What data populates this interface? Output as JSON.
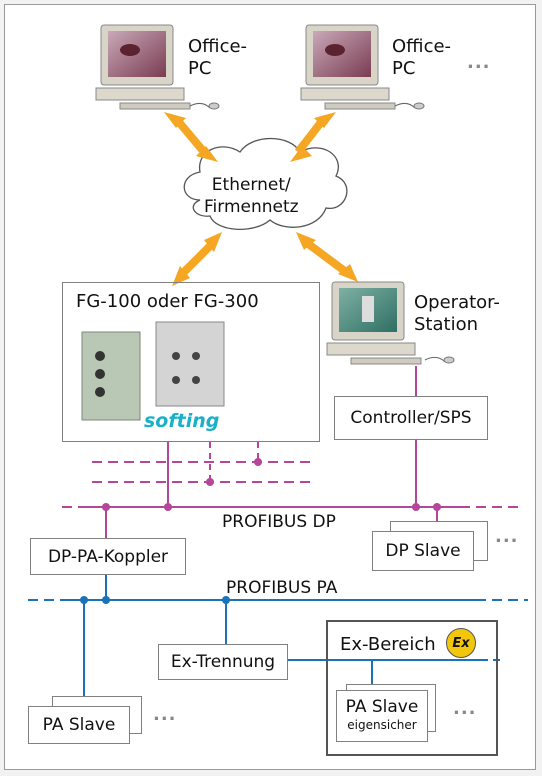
{
  "nodes": {
    "office_pc_1": {
      "line1": "Office-",
      "line2": "PC"
    },
    "office_pc_2": {
      "line1": "Office-",
      "line2": "PC"
    },
    "more_pcs": "...",
    "network": {
      "line1": "Ethernet/",
      "line2": "Firmennetz"
    },
    "gateway": {
      "title": "FG-100 oder FG-300",
      "brand": "softing"
    },
    "operator": {
      "line1": "Operator-",
      "line2": "Station"
    },
    "controller": "Controller/SPS",
    "profibus_dp": "PROFIBUS DP",
    "dp_pa_coupler": "DP-PA-Koppler",
    "dp_slave": "DP Slave",
    "more_dp_slaves": "...",
    "profibus_pa": "PROFIBUS PA",
    "ex_trennung": "Ex-Trennung",
    "ex_bereich": "Ex-Bereich",
    "ex_symbol": "Ex",
    "pa_slave": "PA Slave",
    "more_pa_slaves": "...",
    "pa_slave_ex": {
      "line1": "PA Slave",
      "line2": "eigensicher"
    },
    "more_pa_slaves_ex": "..."
  },
  "colors": {
    "profibus_dp": "#b5479a",
    "profibus_pa": "#1a72b8",
    "ethernet_arrow": "#f5a623",
    "softing_brand": "#1ab0c8"
  }
}
